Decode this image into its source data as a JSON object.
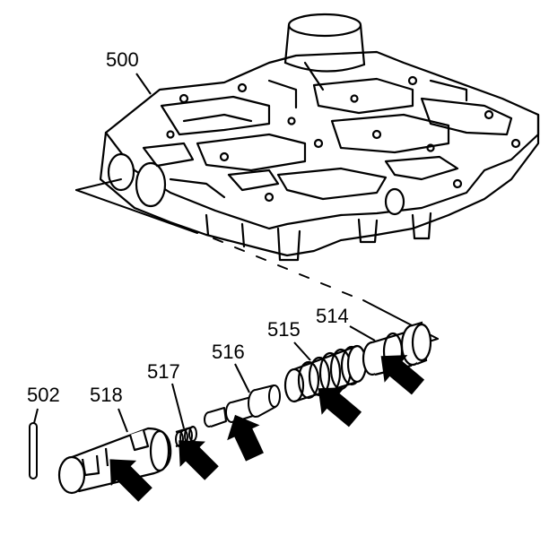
{
  "diagram": {
    "labels": {
      "valve_body": "500",
      "retainer_pin": "502",
      "bore_plug": "518",
      "spring": "517",
      "valve": "516",
      "sleeve": "515",
      "plug_end": "514"
    },
    "colors": {
      "line": "#000000",
      "background": "#ffffff",
      "arrow": "#000000"
    }
  }
}
